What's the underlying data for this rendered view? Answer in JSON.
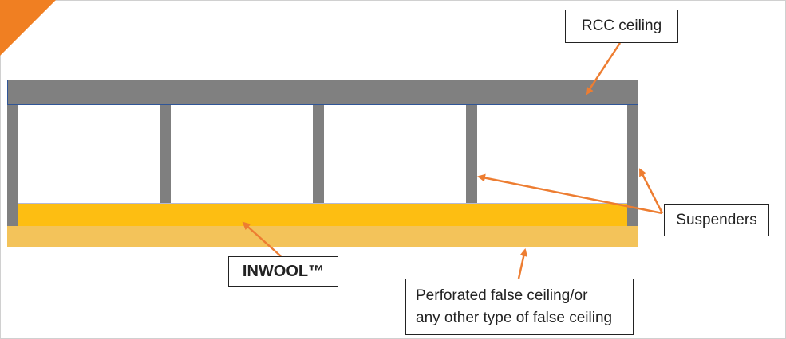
{
  "labels": {
    "rcc_ceiling": "RCC ceiling",
    "suspenders": "Suspenders",
    "inwool": "INWOOL™",
    "false_ceiling_line1": "Perforated false ceiling/or",
    "false_ceiling_line2": "any other type of false ceiling"
  },
  "colors": {
    "accent_corner": "#f07f22",
    "rcc_beam": "#808080",
    "rcc_border": "#2f5597",
    "suspender": "#7f7f7f",
    "inwool": "#fdbe12",
    "false_ceiling": "#f3c35a",
    "arrow": "#ed7d31"
  },
  "suspender_count": 5
}
